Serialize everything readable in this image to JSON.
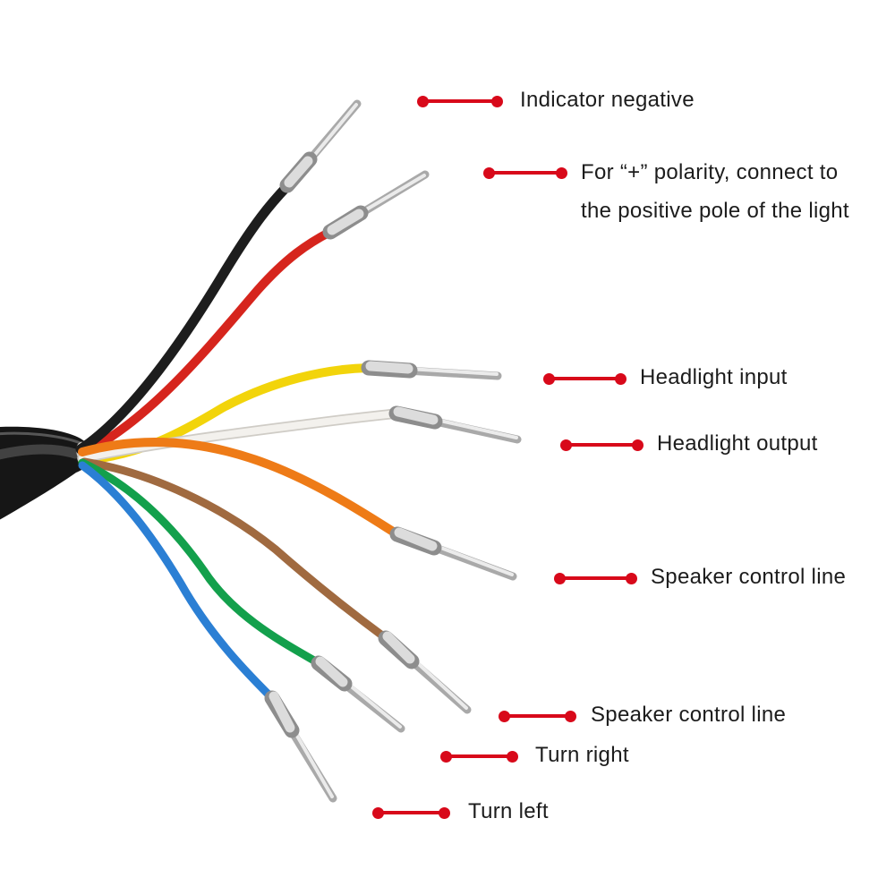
{
  "image": {
    "description": "Motorcycle wiring harness photo with labeled wire callouts",
    "background": "#ffffff",
    "accent_red": "#d8091a",
    "text_color": "#1c1c1c"
  },
  "cable": {
    "sheath_color": "#161616",
    "inner_lining_color": "#cdcbc6"
  },
  "wire_colors": {
    "black": "#1d1d1d",
    "red": "#d6251d",
    "yellow": "#f2d40b",
    "white": "#f3f1ed",
    "white_outline": "#cfccc6",
    "orange": "#ee7b17",
    "brown": "#a06a40",
    "green": "#13a04c",
    "blue": "#2b7fd4"
  },
  "callouts": [
    {
      "wire": "black",
      "text": "Indicator negative"
    },
    {
      "wire": "red",
      "lines": [
        "For “+” polarity, connect to",
        "the positive pole of the light"
      ]
    },
    {
      "wire": "yellow",
      "text": "Headlight input"
    },
    {
      "wire": "white",
      "text": "Headlight output"
    },
    {
      "wire": "orange",
      "text": "Speaker control line"
    },
    {
      "wire": "brown",
      "text": "Speaker control line"
    },
    {
      "wire": "green",
      "text": "Turn right"
    },
    {
      "wire": "blue",
      "text": "Turn left"
    }
  ]
}
